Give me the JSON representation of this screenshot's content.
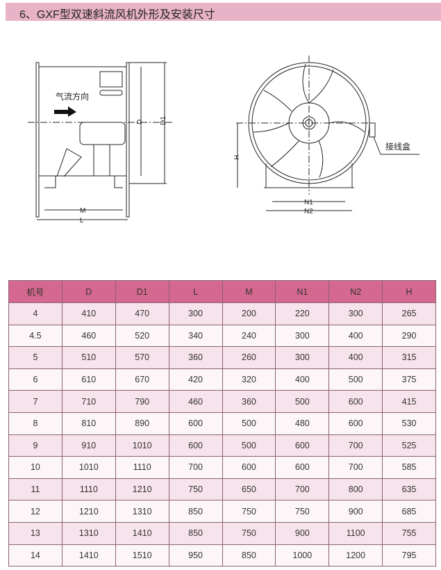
{
  "title": "6、GXF型双速斜流风机外形及安装尺寸",
  "drawing": {
    "airflow_label": "气流方向",
    "junction_box_label": "接线盒",
    "dims": {
      "D": "D",
      "D1": "D1",
      "M": "M",
      "L": "L",
      "H": "H",
      "N1": "N1",
      "N2": "N2"
    }
  },
  "table": {
    "headers": [
      "机号",
      "D",
      "D1",
      "L",
      "M",
      "N1",
      "N2",
      "H"
    ],
    "rows": [
      [
        "4",
        "410",
        "470",
        "300",
        "200",
        "220",
        "300",
        "265"
      ],
      [
        "4.5",
        "460",
        "520",
        "340",
        "240",
        "300",
        "400",
        "290"
      ],
      [
        "5",
        "510",
        "570",
        "360",
        "260",
        "300",
        "400",
        "315"
      ],
      [
        "6",
        "610",
        "670",
        "420",
        "320",
        "400",
        "500",
        "375"
      ],
      [
        "7",
        "710",
        "790",
        "460",
        "360",
        "500",
        "600",
        "415"
      ],
      [
        "8",
        "810",
        "890",
        "600",
        "500",
        "480",
        "600",
        "530"
      ],
      [
        "9",
        "910",
        "1010",
        "600",
        "500",
        "600",
        "700",
        "525"
      ],
      [
        "10",
        "1010",
        "1110",
        "700",
        "600",
        "600",
        "700",
        "585"
      ],
      [
        "11",
        "1110",
        "1210",
        "750",
        "650",
        "700",
        "800",
        "635"
      ],
      [
        "12",
        "1210",
        "1310",
        "850",
        "750",
        "750",
        "900",
        "685"
      ],
      [
        "13",
        "1310",
        "1410",
        "850",
        "750",
        "900",
        "1100",
        "755"
      ],
      [
        "14",
        "1410",
        "1510",
        "950",
        "850",
        "1000",
        "1200",
        "795"
      ]
    ]
  }
}
